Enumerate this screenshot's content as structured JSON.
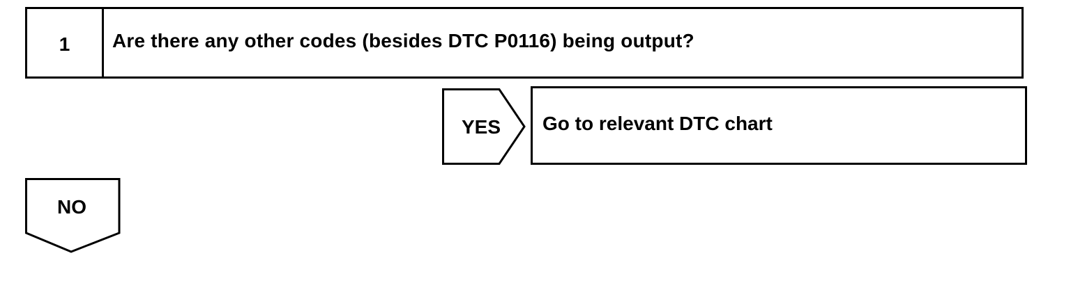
{
  "step": {
    "number": "1",
    "question": "Are there any other codes (besides DTC P0116) being output?"
  },
  "yes_branch": {
    "label": "YES",
    "action": "Go to relevant DTC chart"
  },
  "no_branch": {
    "label": "NO"
  }
}
